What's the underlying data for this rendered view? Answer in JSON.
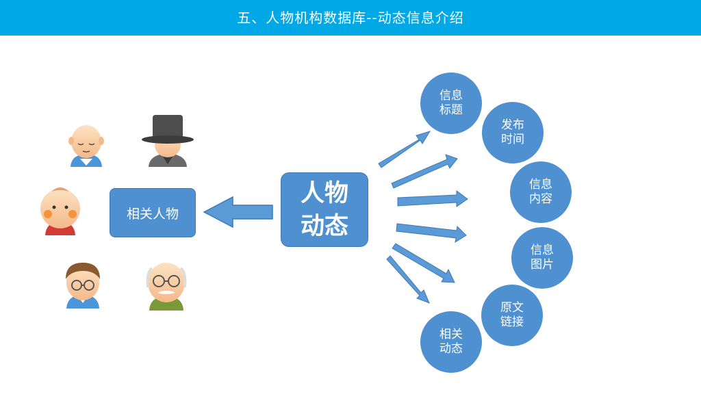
{
  "header": {
    "title": "五、人物机构数据库--动态信息介绍"
  },
  "center": {
    "label": "人物\n动态"
  },
  "related_people": {
    "label": "相关人物"
  },
  "info_items": [
    {
      "label": "信息\n标题"
    },
    {
      "label": "发布\n时间"
    },
    {
      "label": "信息\n内容"
    },
    {
      "label": "信息\n图片"
    },
    {
      "label": "原文\n链接"
    },
    {
      "label": "相关\n动态"
    }
  ],
  "avatars": [
    {
      "icon": "bald-man-avatar-icon"
    },
    {
      "icon": "hat-man-avatar-icon"
    },
    {
      "icon": "child-avatar-icon"
    },
    {
      "icon": "glasses-man-avatar-icon"
    },
    {
      "icon": "old-man-avatar-icon"
    }
  ],
  "colors": {
    "header": "#00a9e6",
    "node": "#4f90d0",
    "arrow": "#5a9ad6"
  }
}
